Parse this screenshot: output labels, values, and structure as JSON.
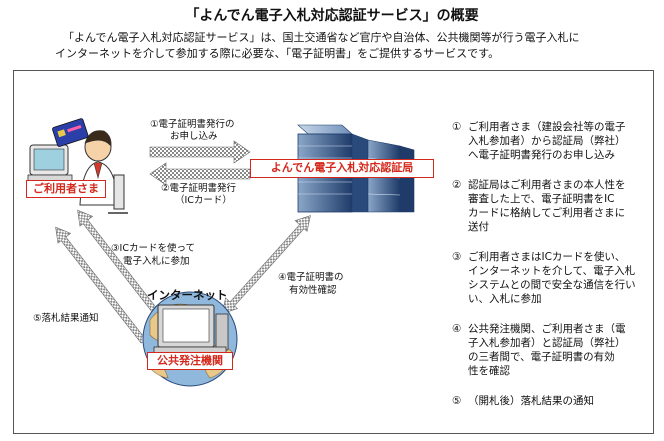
{
  "title": "「よんでん電子入札対応認証サービス」の概要",
  "intro": [
    "「よんでん電子入札対応認証サービス」は、国土交通省など官庁や自治体、公共機関等が行う電子入札に",
    "インターネットを介して参加する際に必要な、「電子証明書」をご提供するサービスです。"
  ],
  "nodes": {
    "user": "ご利用者さま",
    "ca": "よんでん電子入札対応認証局",
    "internet": "インターネット",
    "public": "公共発注機関"
  },
  "arrows": {
    "a1": [
      "①電子証明書発行の",
      "お申し込み"
    ],
    "a2": [
      "②電子証明書発行",
      "（ICカード）"
    ],
    "a3": [
      "③ICカードを使って",
      "電子入札に参加"
    ],
    "a4": [
      "④電子証明書の",
      "有効性確認"
    ],
    "a5": [
      "⑤落札結果通知"
    ]
  },
  "steps": [
    {
      "num": "①",
      "lines": [
        "ご利用者さま（建設会社等の電子",
        "入札参加者）から認証局（弊社）",
        "へ電子証明書発行のお申し込み"
      ]
    },
    {
      "num": "②",
      "lines": [
        "認証局はご利用者さまの本人性を",
        "審査した上で、電子証明書をIC",
        "カードに格納してご利用者さまに",
        "送付"
      ]
    },
    {
      "num": "③",
      "lines": [
        "ご利用者さまはICカードを使い、",
        "インターネットを介して、電子入札",
        "システムとの間で安全な通信を行い",
        "い、入札に参加"
      ]
    },
    {
      "num": "④",
      "lines": [
        "公共発注機関、ご利用者さま（電",
        "子入札参加者）と認証局（弊社）",
        "の三者間で、電子証明書の有効",
        "性を確認"
      ]
    },
    {
      "num": "⑤",
      "lines": [
        "（開札後）落札結果の通知"
      ]
    }
  ]
}
